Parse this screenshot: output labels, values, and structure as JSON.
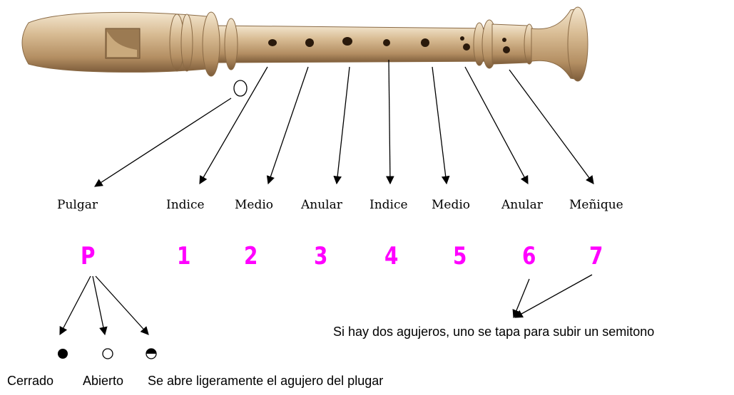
{
  "fingers": [
    "Pulgar",
    "Indice",
    "Medio",
    "Anular",
    "Indice",
    "Medio",
    "Anular",
    "Meñique"
  ],
  "hole_numbers": [
    "P",
    "1",
    "2",
    "3",
    "4",
    "5",
    "6",
    "7"
  ],
  "accent_color": "#ff00ff",
  "legend": {
    "closed": "Cerrado",
    "open": "Abierto",
    "half": "Se abre ligeramente el agujero del plugar"
  },
  "double_hole_note": "Si hay dos agujeros, uno se tapa para subir un semitono",
  "instrument_image": "recorder-flute"
}
